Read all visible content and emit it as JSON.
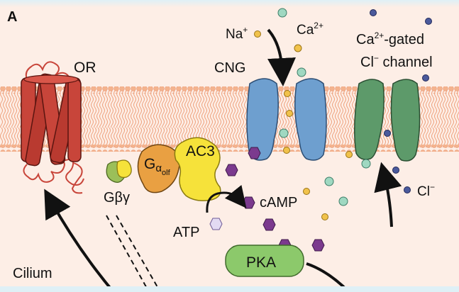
{
  "panel_label": "A",
  "labels": {
    "or": "OR",
    "cng": "CNG",
    "na_base": "Na",
    "na_sup": "+",
    "ca_base": "Ca",
    "ca_sup": "2+",
    "ca_gated_base": "Ca",
    "ca_gated_sup": "2+",
    "ca_gated_rest": "-gated",
    "cl_channel_base": "Cl",
    "cl_channel_sup": "−",
    "cl_channel_rest": " channel",
    "g_alpha_g": "G",
    "g_alpha_alpha": "α",
    "g_alpha_sub": "olf",
    "ac3": "AC3",
    "g_beta_gamma": "Gβγ",
    "camp": "cAMP",
    "atp": "ATP",
    "pka": "PKA",
    "cl_ion_base": "Cl",
    "cl_ion_sup": "−",
    "cilium": "Cilium"
  },
  "colors": {
    "background": "#fdeee6",
    "membrane_head": "#f4b38e",
    "membrane_tail": "#ee9f7a",
    "receptor": "#c8453a",
    "cng_channel": "#6e9fcf",
    "cl_channel": "#5d9a6a",
    "g_alpha": "#e9a042",
    "ac3": "#f6e23a",
    "g_beta_gamma": "#9bbf59",
    "pka": "#8cc96b",
    "camp": "#7b3a8e",
    "na_ion": "#9fd8c1",
    "ca_ion": "#f1c24b",
    "cl_ion": "#4b5a9c",
    "arrow": "#111111"
  }
}
